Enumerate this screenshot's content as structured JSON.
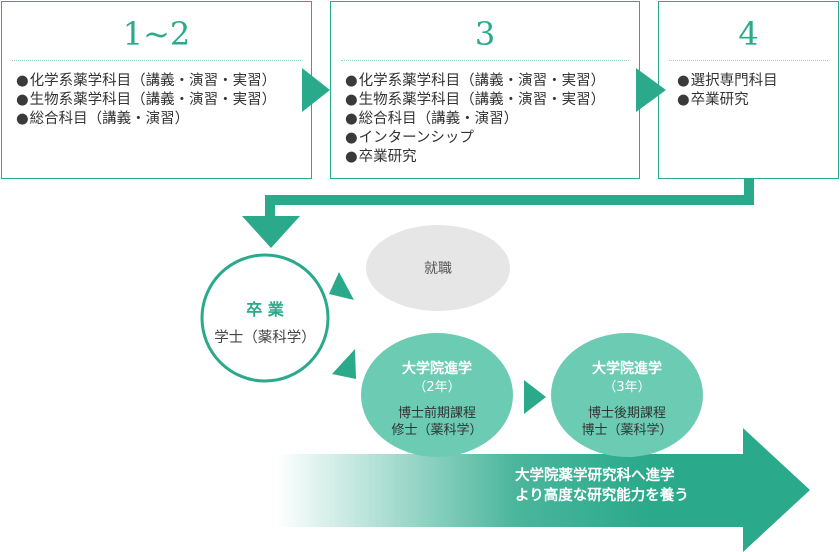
{
  "stages": [
    {
      "number": "1~2",
      "items": [
        "化学系薬学科目（講義・演習・実習）",
        "生物系薬学科目（講義・演習・実習）",
        "総合科目（講義・演習）"
      ]
    },
    {
      "number": "3",
      "items": [
        "化学系薬学科目（講義・演習・実習）",
        "生物系薬学科目（講義・演習・実習）",
        "総合科目（講義・演習）",
        "インターンシップ",
        "卒業研究"
      ]
    },
    {
      "number": "4",
      "items": [
        "選択専門科目",
        "卒業研究"
      ]
    }
  ],
  "graduation": {
    "title": "卒 業",
    "degree": "学士（薬科学）"
  },
  "employment": {
    "label": "就職"
  },
  "masters": {
    "title": "大学院進学",
    "years": "（2年）",
    "course": "博士前期課程",
    "degree": "修士（薬科学）"
  },
  "doctoral": {
    "title": "大学院進学",
    "years": "（3年）",
    "course": "博士後期課程",
    "degree": "博士（薬科学）"
  },
  "banner": {
    "line1": "大学院薬学研究科へ進学",
    "line2": "より高度な研究能力を養う"
  },
  "colors": {
    "accent": "#2aa98b",
    "accent_dark": "#28a587",
    "bubble_fill": "#6ccbb3",
    "employment_fill": "#e6e6e6",
    "text": "#333333"
  }
}
